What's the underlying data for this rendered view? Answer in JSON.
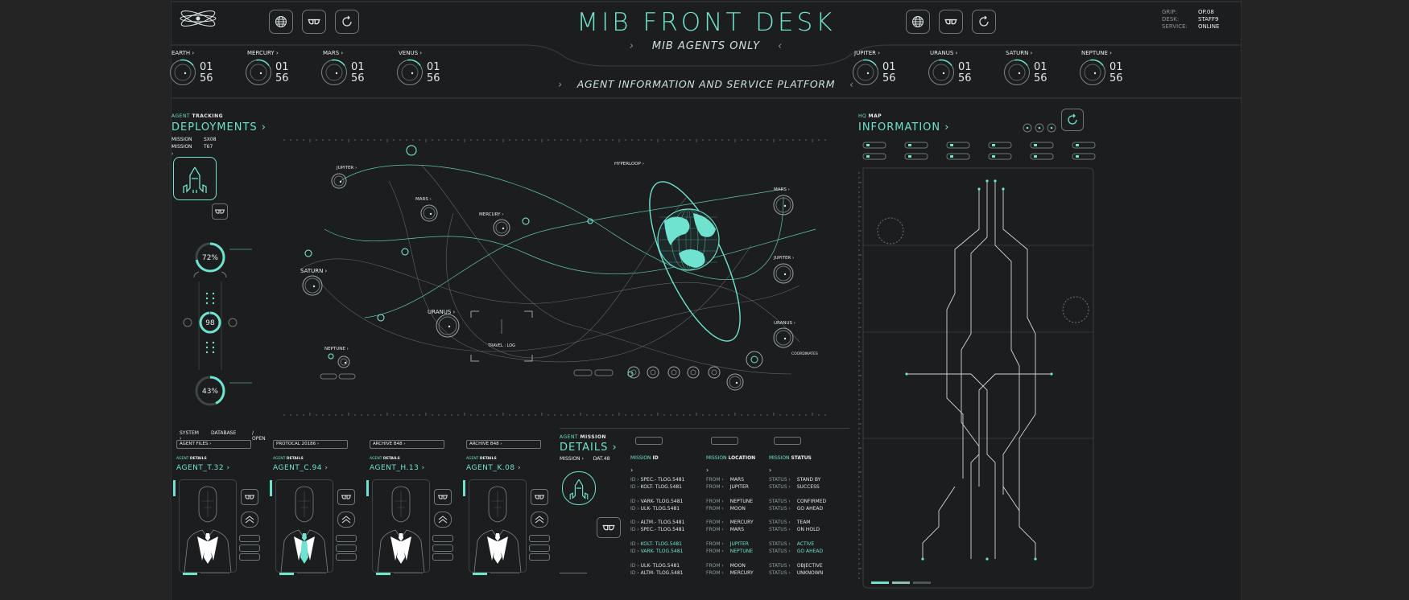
{
  "header": {
    "title": "MIB FRONT DESK",
    "subtitle": "MIB AGENTS ONLY",
    "tagline": "AGENT INFORMATION AND SERVICE PLATFORM",
    "status": [
      {
        "label": "GRIP:",
        "value": "OP.08"
      },
      {
        "label": "DESK:",
        "value": "STAFF9"
      },
      {
        "label": "SERVICE:",
        "value": "ONLINE"
      }
    ],
    "icons_left": [
      "globe-icon",
      "glasses-icon",
      "refresh-icon"
    ],
    "icons_right": [
      "globe-icon",
      "glasses-icon",
      "refresh-icon"
    ]
  },
  "planets_left": [
    {
      "name": "EARTH ›",
      "top": "01",
      "bottom": "56"
    },
    {
      "name": "MERCURY ›",
      "top": "01",
      "bottom": "56"
    },
    {
      "name": "MARS ›",
      "top": "01",
      "bottom": "56"
    },
    {
      "name": "VENUS ›",
      "top": "01",
      "bottom": "56"
    }
  ],
  "planets_right": [
    {
      "name": "JUPITER ›",
      "top": "01",
      "bottom": "56"
    },
    {
      "name": "URANUS ›",
      "top": "01",
      "bottom": "56"
    },
    {
      "name": "SATURN ›",
      "top": "01",
      "bottom": "56"
    },
    {
      "name": "NEPTUNE ›",
      "top": "01",
      "bottom": "56"
    }
  ],
  "tracking": {
    "small_a": "AGENT",
    "small_b": "TRACKING",
    "title": "DEPLOYMENTS ›",
    "missions": [
      {
        "label": "MISSION ›",
        "value": "SX08"
      },
      {
        "label": "MISSION ›",
        "value": "T67"
      }
    ],
    "gauges": [
      {
        "value": "72",
        "unit": "%",
        "fraction": 0.72
      },
      {
        "value": "98",
        "unit": "",
        "fraction": 0.98
      },
      {
        "value": "43",
        "unit": "%",
        "fraction": 0.43
      }
    ]
  },
  "map": {
    "labels": [
      {
        "name": "JUPITER ›"
      },
      {
        "name": "MARS ›"
      },
      {
        "name": "MERCURY ›"
      },
      {
        "name": "SATURN ›"
      },
      {
        "name": "URANUS ›"
      },
      {
        "name": "NEPTUNE ›"
      },
      {
        "name": "HYPERLOOP ›"
      },
      {
        "name": "MARS ›"
      },
      {
        "name": "JUPITER ›"
      },
      {
        "name": "URANUS ›"
      }
    ],
    "travel_log": "TRAVEL : LOG",
    "coordinates_label": "COORDINATES"
  },
  "agents": {
    "breadcrumb": [
      "SYSTEM ›",
      "DATABASE",
      "/ OPEN"
    ],
    "files": [
      "AGENT FILES ›",
      "PROTOCAL 20186 ›",
      "ARCHIVE B48 ›",
      "ARCHIVE B48 ›"
    ],
    "small_label": "AGENT DETAILS",
    "list": [
      {
        "name": "AGENT_T.32 ›",
        "tie_highlight": false
      },
      {
        "name": "AGENT_C.94 ›",
        "tie_highlight": true
      },
      {
        "name": "AGENT_H.13 ›",
        "tie_highlight": false
      },
      {
        "name": "AGENT_K.08 ›",
        "tie_highlight": false
      }
    ]
  },
  "mission": {
    "small_a": "AGENT",
    "small_b": "MISSION",
    "title": "DETAILS ›",
    "mission_label": "MISSION ›",
    "mission_value": "DAT.48",
    "columns": [
      {
        "a": "MISSION",
        "b": "ID"
      },
      {
        "a": "MISSION",
        "b": "LOCATION"
      },
      {
        "a": "MISSION",
        "b": "STATUS"
      }
    ],
    "rows": [
      {
        "id": "SPEC.- TLOG.5481",
        "from": "MARS",
        "status": "STAND BY",
        "hl": false
      },
      {
        "id": "KOLT- TLOG.5481",
        "from": "JUPITER",
        "status": "SUCCESS",
        "hl": false
      },
      {
        "id": "VARK- TLOG.5481",
        "from": "NEPTUNE",
        "status": "CONFIRMED",
        "hl": false
      },
      {
        "id": "ULK- TLOG.5481",
        "from": "MOON",
        "status": "GO AHEAD",
        "hl": false
      },
      {
        "id": "ALTM.- TLOG.5481",
        "from": "MERCURY",
        "status": "TEAM",
        "hl": false
      },
      {
        "id": "SPEC.- TLOG.5481",
        "from": "MARS",
        "status": "ON HOLD",
        "hl": false
      },
      {
        "id": "KOLT- TLOG.5481",
        "from": "JUPITER",
        "status": "ACTIVE",
        "hl": true
      },
      {
        "id": "VARK- TLOG.5481",
        "from": "NEPTUNE",
        "status": "GO AHEAD",
        "hl": true
      },
      {
        "id": "ULK- TLOG.5481",
        "from": "MOON",
        "status": "OBJECTIVE",
        "hl": false
      },
      {
        "id": "ALTM- TLOG.5481",
        "from": "MERCURY",
        "status": "UNKNOWN",
        "hl": false
      }
    ],
    "id_prefix": "ID ›",
    "from_prefix": "FROM ›",
    "status_prefix": "STATUS ›"
  },
  "hq": {
    "small_a": "HQ",
    "small_b": "MAP",
    "title": "INFORMATION ›"
  },
  "colors": {
    "accent": "#6fe3d0",
    "background": "#1c1d1e",
    "line": "#3a3f40"
  }
}
